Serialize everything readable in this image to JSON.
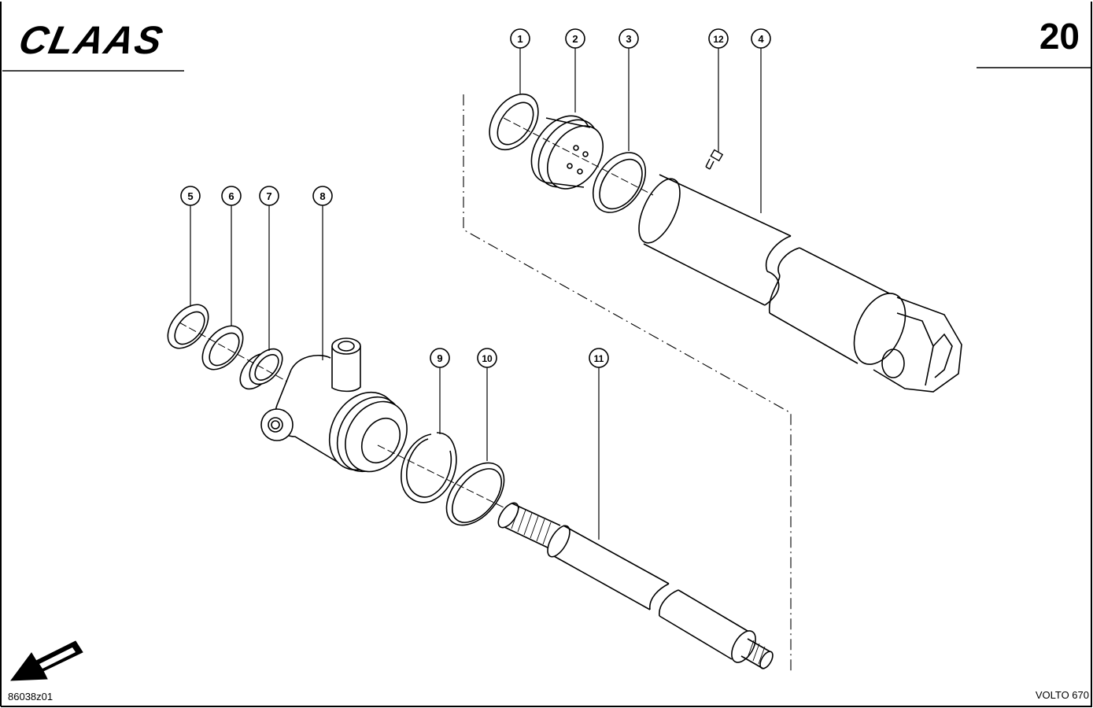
{
  "header": {
    "logo_text": "CLAAS",
    "page_number": "20"
  },
  "footer": {
    "drawing_code": "86038z01",
    "model": "VOLTO 670"
  },
  "callouts": [
    "1",
    "2",
    "3",
    "12",
    "4",
    "5",
    "6",
    "7",
    "8",
    "9",
    "10",
    "11"
  ],
  "icons": {
    "direction_arrow": "arrow-down-left-icon"
  }
}
